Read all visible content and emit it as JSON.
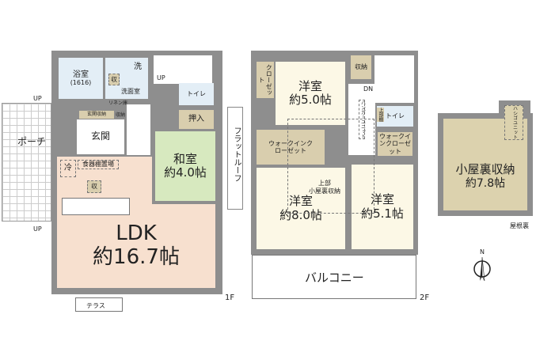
{
  "floor1": {
    "label": "1F",
    "bath": "浴室",
    "bath_size": "(1616)",
    "storage": "収",
    "wash": "洗",
    "washroom": "洗面室",
    "linen": "リネン庫",
    "toilet": "トイレ",
    "entrance_storage": "玄関収納",
    "entrance_storage_small": "収納",
    "entrance": "玄関",
    "porch": "ポーチ",
    "up1": "UP",
    "up2": "UP",
    "up3": "UP",
    "fridge": "冷",
    "pantry": "食器棚置場",
    "kitchen_storage": "収",
    "japanese_room": "和室",
    "japanese_size": "約4.0帖",
    "oshiire": "押入",
    "ldk": "LDK",
    "ldk_size": "約16.7帖",
    "terrace": "テラス"
  },
  "floor2": {
    "label": "2F",
    "closet": "クローゼット",
    "room1": "洋室",
    "room1_size": "約5.0帖",
    "storage": "収納",
    "dn": "DN",
    "toilet": "トイレ",
    "upper_shelf": "上部棚",
    "hanger_unit": "ハンガーユニット",
    "wic1": "ウォークインクローゼット",
    "wic2": "ウォークインクローゼット",
    "attic_above_1": "上部",
    "attic_above_2": "小屋裏収納",
    "room2": "洋室",
    "room2_size": "約8.0帖",
    "room3": "洋室",
    "room3_size": "約5.1帖",
    "balcony": "バルコニー",
    "flat_roof": "フラットルーフ"
  },
  "attic": {
    "ladder_unit": "ハシゴユニット",
    "name": "小屋裏収納",
    "size": "約7.8帖",
    "roof_space": "屋根裏"
  },
  "compass": {
    "north": "N"
  }
}
